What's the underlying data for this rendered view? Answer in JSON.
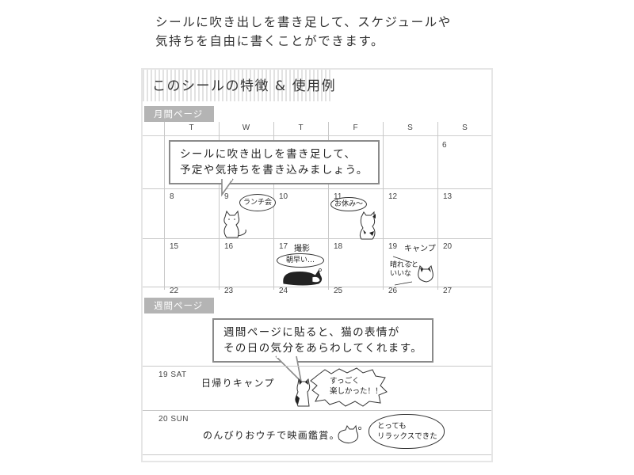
{
  "intro": {
    "line1": "シールに吹き出しを書き足して、スケジュールや",
    "line2": "気持ちを自由に書くことができます。"
  },
  "card": {
    "title": "このシールの特徴 & 使用例",
    "monthly": {
      "tag": "月間ページ",
      "weekdays": [
        "T",
        "W",
        "T",
        "F",
        "S",
        "S"
      ],
      "rows": [
        [
          "",
          "",
          "",
          "",
          "",
          "6"
        ],
        [
          "8",
          "9",
          "10",
          "11",
          "12",
          "13"
        ],
        [
          "15",
          "16",
          "17",
          "18",
          "19",
          "20"
        ],
        [
          "22",
          "23",
          "24",
          "25",
          "26",
          "27"
        ]
      ],
      "callout": {
        "line1": "シールに吹き出しを書き足して、",
        "line2": "予定や気持ちを書き込みましょう。"
      },
      "notes": {
        "d9_bubble": "ランチ会",
        "d11_bubble": "お休み〜",
        "d17_label": "撮影",
        "d17_bubble": "朝早い…",
        "d19_label": "キャンプ",
        "d19_note_line1": "晴れると",
        "d19_note_line2": "いいな"
      }
    },
    "weekly": {
      "tag": "週間ページ",
      "callout": {
        "line1": "週間ページに貼ると、猫の表情が",
        "line2": "その日の気分をあらわしてくれます。"
      },
      "days": [
        {
          "date": "19 SAT",
          "text": "日帰りキャンプ",
          "bubble_line1": "すっごく",
          "bubble_line2": "楽しかった！！"
        },
        {
          "date": "20 SUN",
          "text": "のんびりおウチで映画鑑賞。",
          "bubble_line1": "とっても",
          "bubble_line2": "リラックスできた"
        }
      ]
    }
  }
}
